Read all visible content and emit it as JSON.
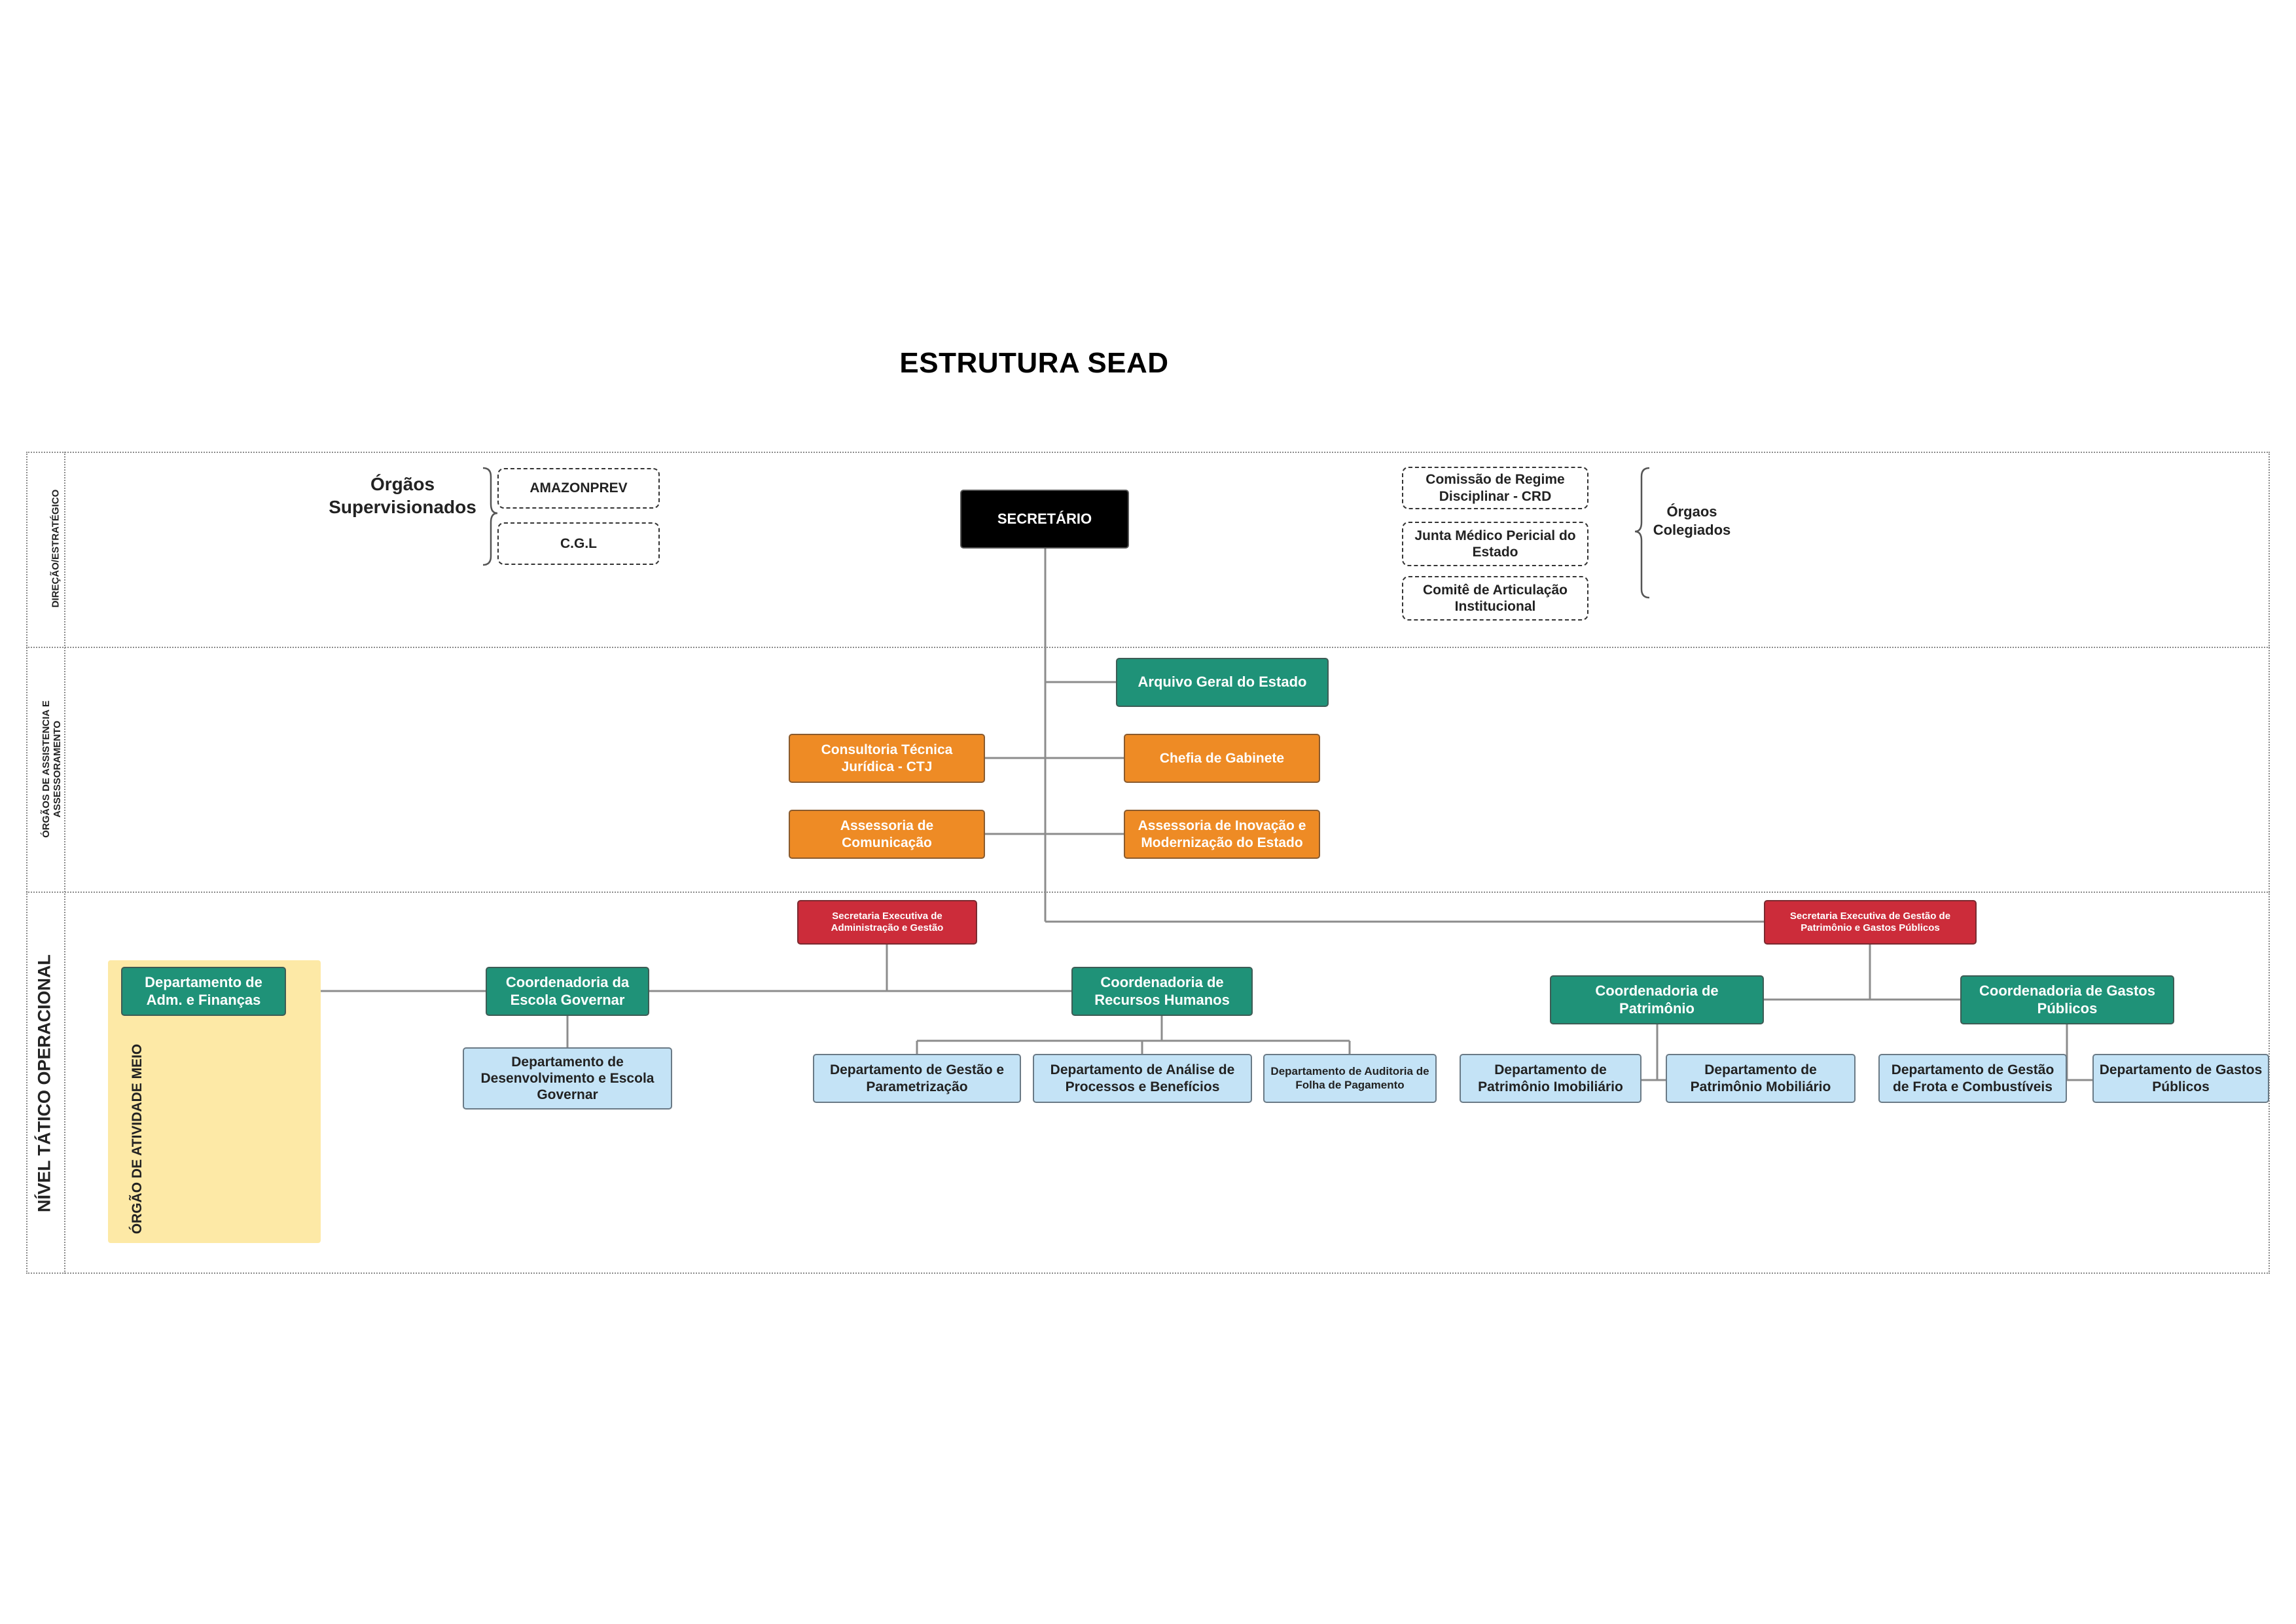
{
  "title": "ESTRUTURA SEAD",
  "bands": {
    "direcao": "DIREÇÃO/ESTRATÉGICO",
    "assistencia": "ÓRGÃOS DE ASSISTENCIA E ASSESSORAMENTO",
    "operacional": "NÍVEL TÁTICO OPERACIONAL"
  },
  "meio_label": "ÓRGÃO DE ATIVIDADE MEIO",
  "supervisionados": {
    "label": "Órgãos Supervisionados",
    "items": [
      "AMAZONPREV",
      "C.G.L"
    ]
  },
  "colegiados": {
    "label": "Órgaos Colegiados",
    "items": [
      "Comissão de Regime Disciplinar - CRD",
      "Junta Médico Pericial do Estado",
      "Comitê de Articulação Institucional"
    ]
  },
  "secretario": "SECRETÁRIO",
  "assessoramento": {
    "arquivo": "Arquivo Geral do Estado",
    "consultoria": "Consultoria Técnica Jurídica - CTJ",
    "chefia": "Chefia de Gabinete",
    "comunicacao": "Assessoria de Comunicação",
    "inovacao": "Assessoria de  Inovação e Modernização do Estado"
  },
  "sec_exec_adm": "Secretaria Executiva de Administração e Gestão",
  "sec_exec_pat": "Secretaria Executiva de  Gestão de Patrimônio e Gastos Públicos",
  "operacional": {
    "dep_adm": "Departamento de Adm. e Finanças",
    "coord_escola": "Coordenadoria da Escola Governar",
    "dep_desenv": "Departamento de Desenvolvimento e Escola Governar",
    "coord_rh": "Coordenadoria de Recursos Humanos",
    "dep_gestao_param": "Departamento de Gestão e Parametrização",
    "dep_analise": "Departamento de Análise de Processos e Benefícios",
    "dep_auditoria": "Departamento de Auditoria de Folha de Pagamento",
    "coord_patrimonio": "Coordenadoria de Patrimônio",
    "dep_pat_imob": "Departamento de Patrimônio Imobiliário",
    "dep_pat_mob": "Departamento de Patrimônio Mobiliário",
    "coord_gastos": "Coordenadoria de Gastos Públicos",
    "dep_frota": "Departamento de Gestão de Frota e Combustíveis",
    "dep_gastos": "Departamento de Gastos Públicos"
  },
  "colors": {
    "green": "#1f9278",
    "orange": "#ee8b25",
    "red": "#cc2c3a",
    "blue": "#c4e3f6",
    "yellow": "#fde9a6"
  }
}
